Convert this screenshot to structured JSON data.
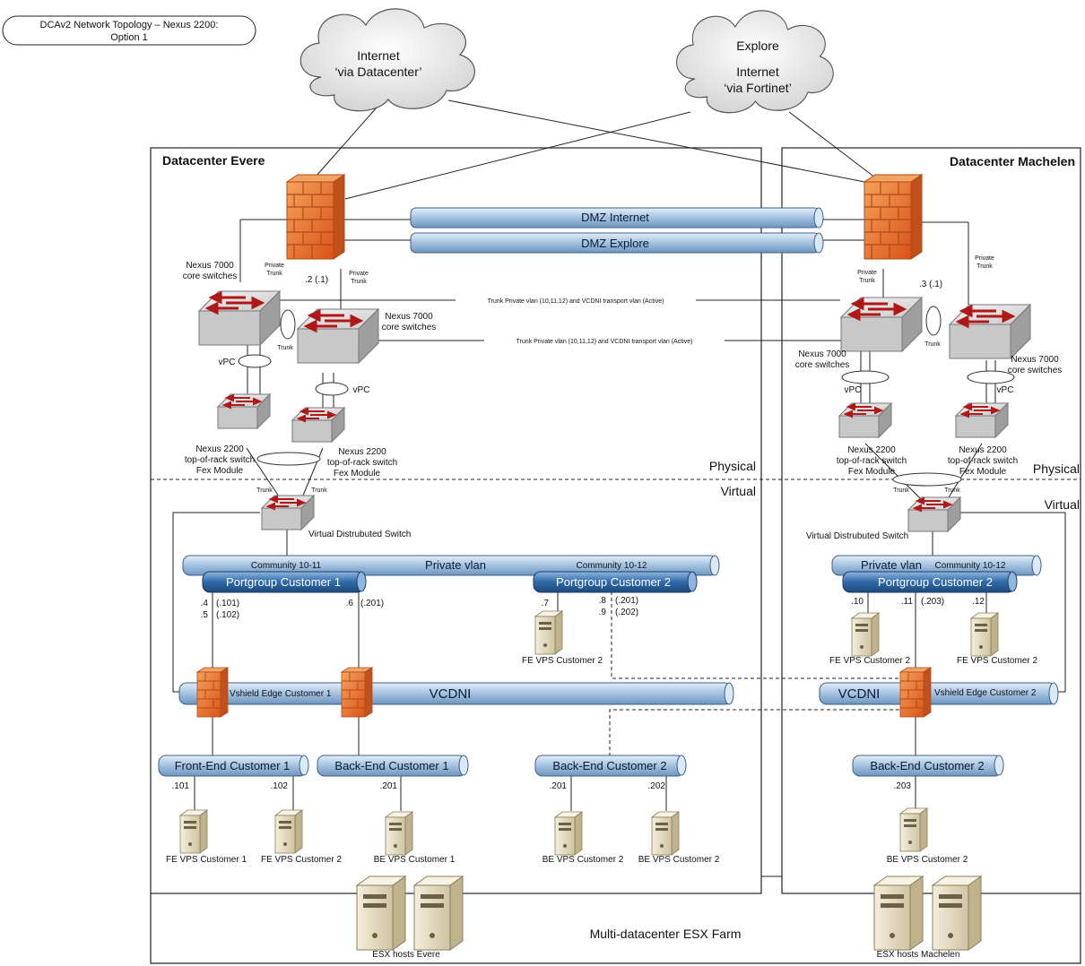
{
  "title": "DCAv2 Network Topology – Nexus 2200: Option 1",
  "title_lines": [
    "DCAv2 Network Topology – Nexus 2200:",
    "Option 1"
  ],
  "clouds": {
    "internet_dc": [
      "Internet",
      "‘via Datacenter’"
    ],
    "explore": [
      "Explore",
      "Internet",
      "‘via Fortinet’"
    ]
  },
  "datacenters": {
    "evere": "Datacenter Evere",
    "machelen": "Datacenter Machelen"
  },
  "dmz": {
    "internet": "DMZ Internet",
    "explore": "DMZ Explore"
  },
  "labels": {
    "nexus7000": [
      "Nexus 7000",
      "core switches"
    ],
    "nexus2200": [
      "Nexus 2200",
      "top-of-rack switch",
      "Fex Module"
    ],
    "private_trunk": [
      "Private",
      "Trunk"
    ],
    "trunk": "Trunk",
    "vpc": "vPC",
    "ip_evere_fw": ".2 (.1)",
    "ip_machelen_fw": ".3 (.1)",
    "trunk_private_vlan_1": "Trunk Private vlan (10,11,12) and VCDNI transport vlan (Active)",
    "trunk_private_vlan_2": "Trunk Private vlan (10,11,12) and VCDNI transport vlan (Active)",
    "physical": "Physical",
    "virtual": "Virtual",
    "vds": "Virtual Distrubuted Switch"
  },
  "evere": {
    "private_vlan": "Private vlan",
    "community_a": "Community 10-11",
    "community_b": "Community 10-12",
    "portgroup1": "Portgroup Customer 1",
    "portgroup2": "Portgroup Customer 2",
    "ip_4": ".4",
    "ip_5": ".5",
    "ip_101": "(.101)",
    "ip_102": "(.102)",
    "ip_6": ".6",
    "ip_201": "(.201)",
    "ip_7": ".7",
    "ip_8": ".8",
    "ip_9": ".9",
    "ip_201b": "(.201)",
    "ip_202b": "(.202)",
    "fe_vps2": "FE VPS Customer 2",
    "vshield": "Vshield Edge Customer 1",
    "vcdni": "VCDNI",
    "fe_c1": "Front-End Customer 1",
    "be_c1": "Back-End Customer 1",
    "be_c2": "Back-End Customer 2",
    "h101": ".101",
    "h102": ".102",
    "h201": ".201",
    "h201b": ".201",
    "h202": ".202",
    "srv1": "FE VPS Customer 1",
    "srv2": "FE VPS Customer 2",
    "srv3": "BE VPS Customer 1",
    "srv4": "BE VPS Customer 2",
    "srv5": "BE VPS Customer 2"
  },
  "machelen": {
    "private_vlan": "Private vlan",
    "community": "Community 10-12",
    "portgroup2": "Portgroup Customer 2",
    "ip_10": ".10",
    "ip_11": ".11",
    "ip_203": "(.203)",
    "ip_12": ".12",
    "fe_vps_a": "FE VPS Customer 2",
    "fe_vps_b": "FE VPS Customer 2",
    "vcdni": "VCDNI",
    "vshield": "Vshield Edge Customer 2",
    "be_c2": "Back-End Customer 2",
    "h203": ".203",
    "srv": "BE VPS Customer 2"
  },
  "esx": {
    "farm": "Multi-datacenter ESX Farm",
    "evere": "ESX hosts Evere",
    "machelen": "ESX hosts Machelen"
  },
  "colors": {
    "pipe_light": "#a9c6e4",
    "pipe_dark": "#2f6aa8",
    "firewall": "#e8722a",
    "switch": "#d9d9d9",
    "arrow": "#b01818",
    "server": "#e9e2c8"
  },
  "icons": [
    "cloud-icon",
    "firewall-icon",
    "switch-icon",
    "server-icon"
  ]
}
